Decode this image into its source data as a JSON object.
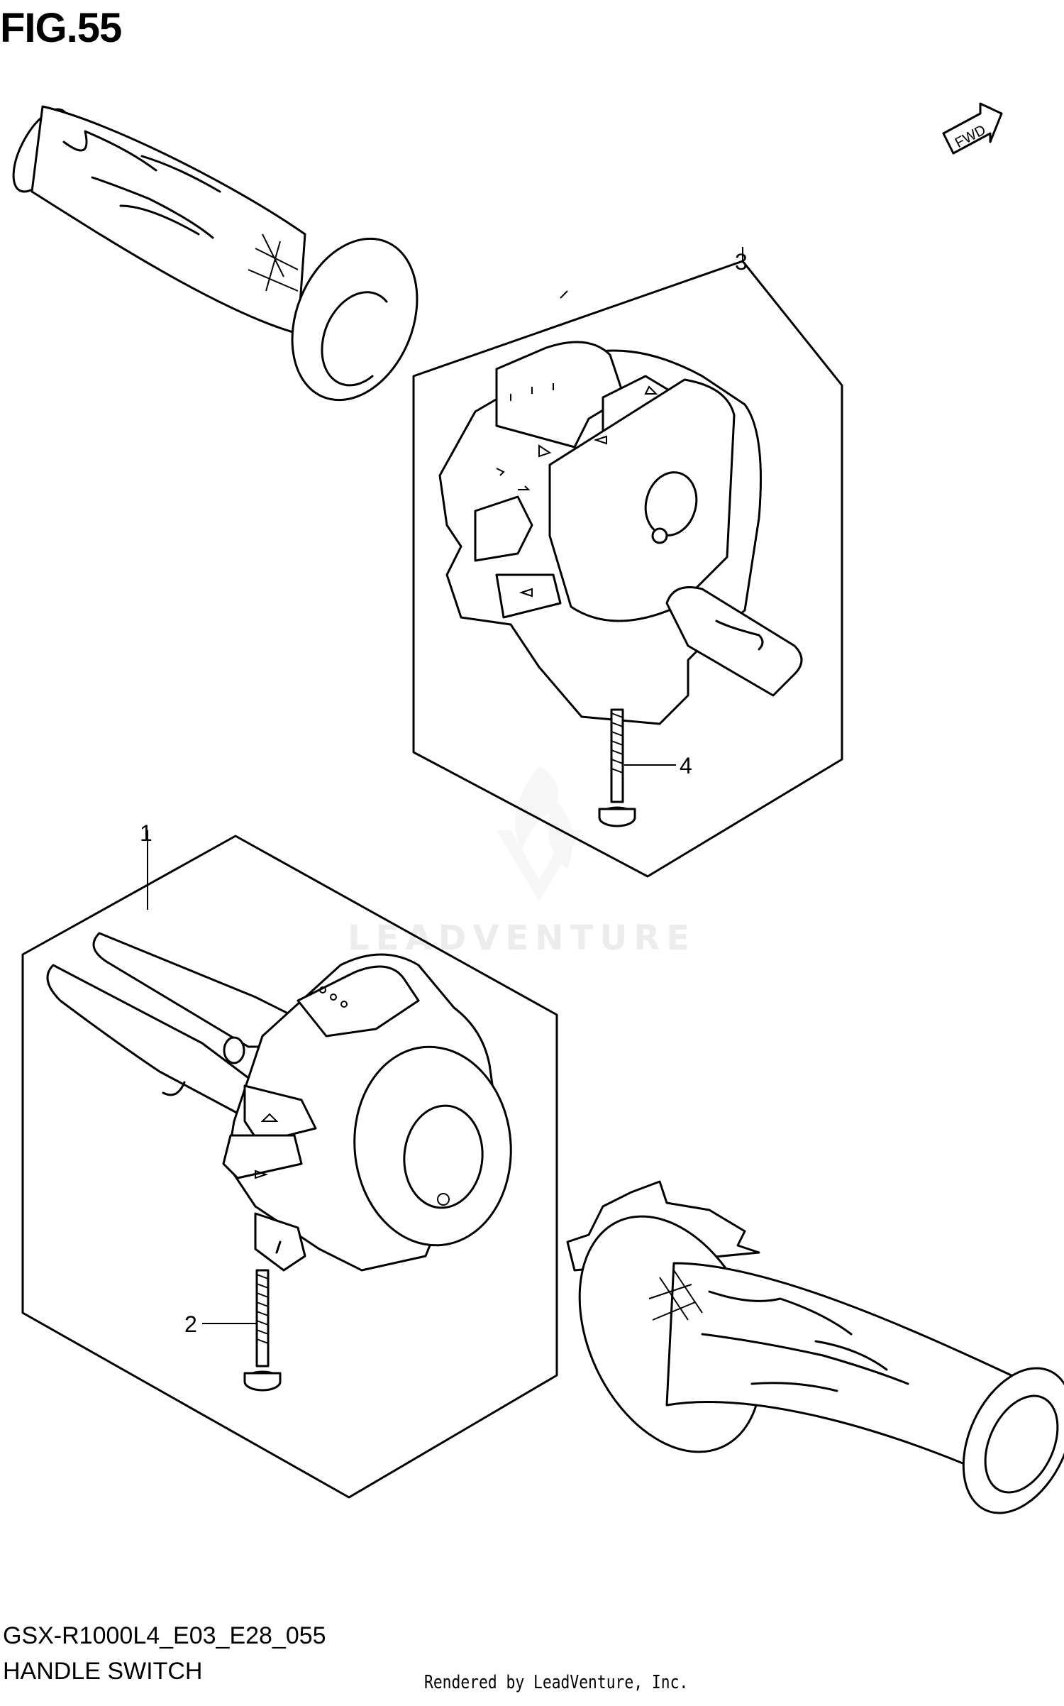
{
  "figure": {
    "title": "FIG.55",
    "model_code": "GSX-R1000L4_E03_E28_055",
    "section_name": "HANDLE SWITCH",
    "rendered_by": "Rendered by LeadVenture, Inc.",
    "watermark": "LEADVENTURE",
    "fwd_label": "FWD"
  },
  "callouts": [
    {
      "id": "1",
      "part": "left handle switch assembly"
    },
    {
      "id": "2",
      "part": "screw"
    },
    {
      "id": "3",
      "part": "right handle switch assembly"
    },
    {
      "id": "4",
      "part": "screw"
    }
  ]
}
